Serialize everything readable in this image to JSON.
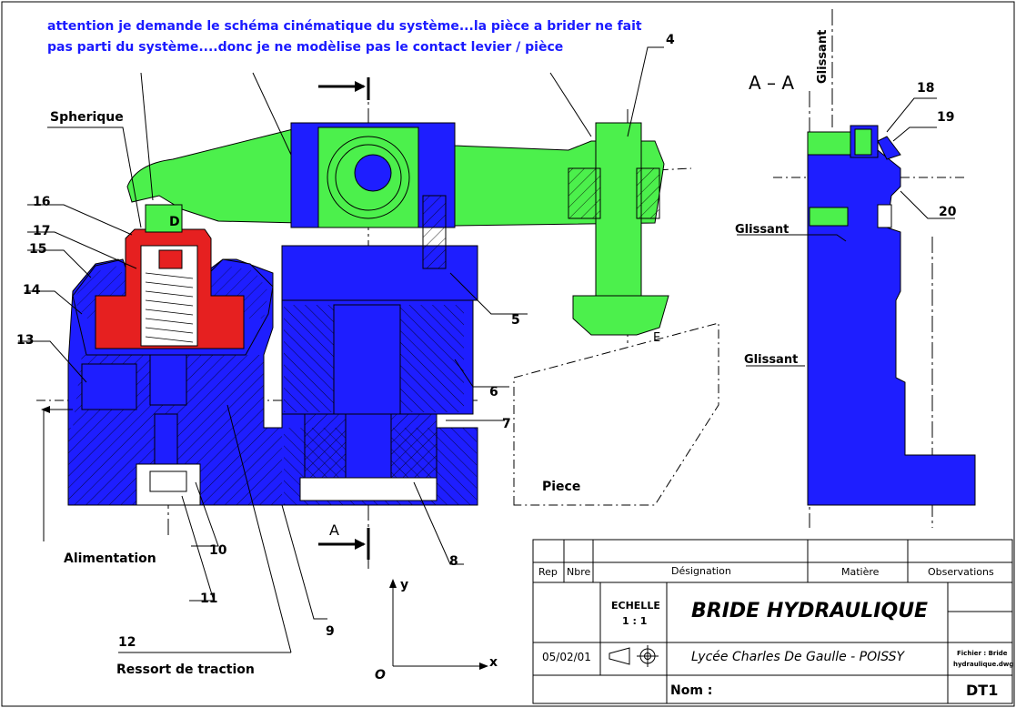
{
  "annotation": {
    "line1": "attention je demande le schéma cinématique du système...la pièce a brider ne fait",
    "line2": "pas parti du système....donc je ne modèlise pas le contact levier / pièce"
  },
  "labels": {
    "spherique": "Spherique",
    "alimentation": "Alimentation",
    "ressort": "Ressort de traction",
    "piece": "Piece",
    "glissant1": "Glissant",
    "glissant2": "Glissant",
    "glissant3": "Glissant",
    "section": "A – A",
    "section_a": "A",
    "point_d": "D",
    "point_e": "E"
  },
  "part_numbers": {
    "n4": "4",
    "n5": "5",
    "n6": "6",
    "n7": "7",
    "n8": "8",
    "n9": "9",
    "n10": "10",
    "n11": "11",
    "n12": "12",
    "n13": "13",
    "n14": "14",
    "n15": "15",
    "n16": "16",
    "n17": "17",
    "n18": "18",
    "n19": "19",
    "n20": "20"
  },
  "axes": {
    "y": "y",
    "x": "x",
    "origin": "O"
  },
  "title_block": {
    "col_rep": "Rep",
    "col_nbre": "Nbre",
    "col_designation": "Désignation",
    "col_matiere": "Matière",
    "col_observations": "Observations",
    "echelle_label": "ECHELLE",
    "echelle_value": "1 : 1",
    "title": "BRIDE HYDRAULIQUE",
    "date": "05/02/01",
    "school": "Lycée Charles De Gaulle - POISSY",
    "fichier": "Fichier : Bride",
    "fichier2": "hydraulique.dwg",
    "nom_label": "Nom :",
    "doc_ref": "DT1"
  },
  "colors": {
    "body": "#1e1eff",
    "lever": "#4cf04c",
    "piston": "#e62020",
    "note": "#1a1aff"
  }
}
